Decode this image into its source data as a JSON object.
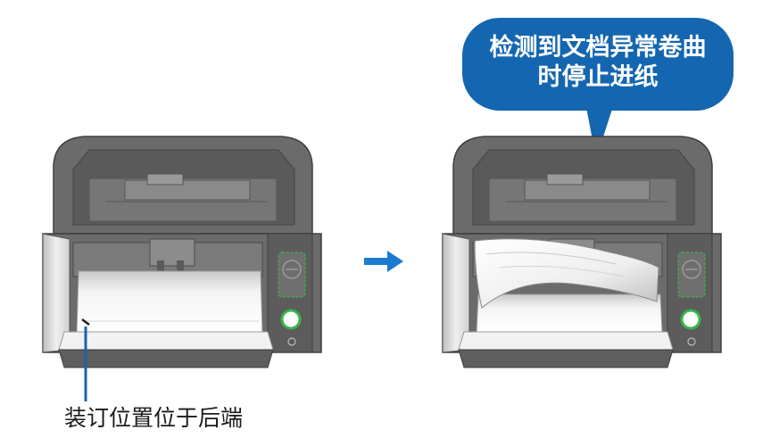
{
  "callout": {
    "line1": "检测到文档异常卷曲",
    "line2": "时停止进纸"
  },
  "left_caption": "装订位置位于后端",
  "colors": {
    "scanner_body": "#6b6b6b",
    "scanner_dark": "#4e4e4e",
    "scanner_light": "#8a8a8a",
    "panel_silver": "#d9d9d9",
    "led_green": "#39b54a",
    "callout_blue": "#1466b0",
    "arrow_blue": "#1a7bd0",
    "pointer_blue": "#1466b0"
  },
  "icons": [
    "right-arrow-icon",
    "power-button-icon",
    "scanner-illustration"
  ]
}
